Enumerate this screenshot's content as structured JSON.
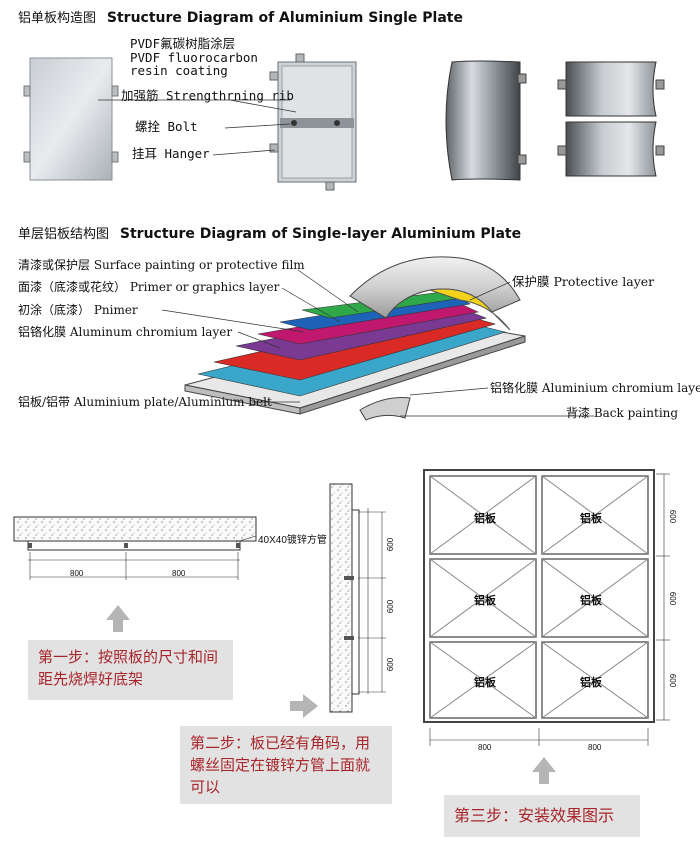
{
  "section1": {
    "title_cn": "铝单板构造图",
    "title_en": "Structure Diagram of Aluminium Single Plate",
    "labels": {
      "coating_1": "PVDF氟碳树脂涂层",
      "coating_2": "PVDF fluorocarbon",
      "coating_3": "resin coating",
      "rib": "加强筋 Strengthrning rib",
      "bolt": "螺拴 Bolt",
      "hanger": "挂耳 Hanger"
    }
  },
  "section2": {
    "title_cn": "单层铝板结构图",
    "title_en": "Structure Diagram of Single-layer Aluminium Plate",
    "labels": {
      "surface": "清漆或保护层 Surface painting or protective film",
      "primer": "面漆（底漆或花纹） Primer or graphics layer",
      "pnimer": "初涂（底漆） Pnimer",
      "chromium_left": "铝铬化膜 Aluminum chromium layer",
      "plate": "铝板/铝带 Aluminium plate/Aluminium belt",
      "protective": "保护膜 Protective layer",
      "chromium_right": "铝铬化膜 Aluminium chromium layer",
      "back": "背漆 Back painting"
    }
  },
  "section3": {
    "tube_label": "40X40镀锌方管",
    "dim_800": "800",
    "dim_600": "600",
    "panel_label": "铝板",
    "step1": "第一步：按照板的尺寸和间距先烧焊好底架",
    "step2": "第二步：板已经有角码，用螺丝固定在镀锌方管上面就可以",
    "step3": "第三步：安装效果图示"
  },
  "colors": {
    "step_text": "#a8252b",
    "step_bg": "#e2e2e2",
    "layer_green": "#2fa84a",
    "layer_blue": "#1e63b8",
    "layer_magenta": "#c0186e",
    "layer_purple": "#7a3a94",
    "layer_red": "#d92a26",
    "layer_cyan": "#3aa6c9",
    "layer_yellow": "#f2d21a"
  }
}
